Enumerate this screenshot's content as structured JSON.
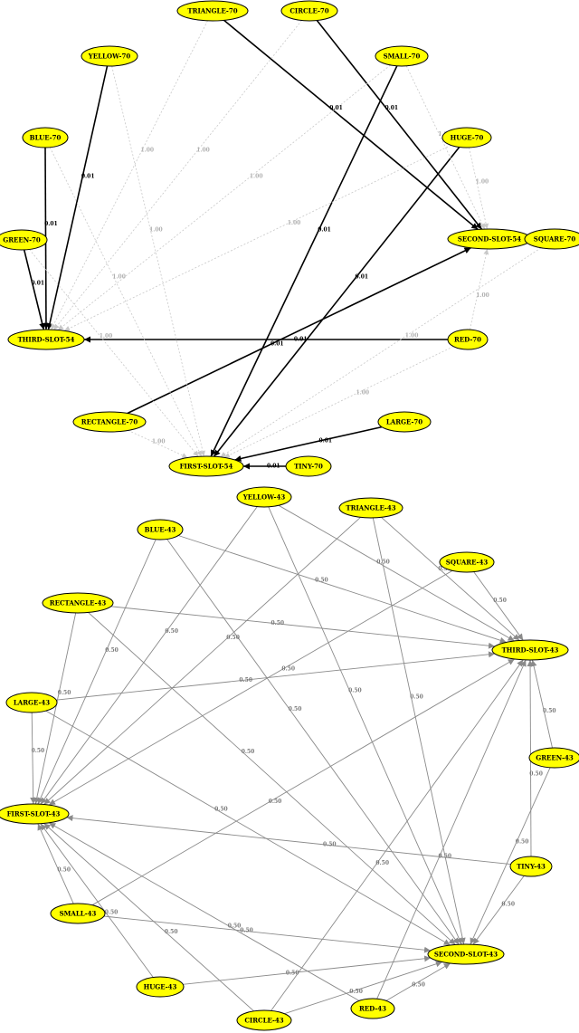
{
  "graphs": [
    {
      "nodes": [
        {
          "id": "TRIANGLE-70",
          "label": "TRIANGLE-70"
        },
        {
          "id": "CIRCLE-70",
          "label": "CIRCLE-70"
        },
        {
          "id": "YELLOW-70",
          "label": "YELLOW-70"
        },
        {
          "id": "SMALL-70",
          "label": "SMALL-70"
        },
        {
          "id": "BLUE-70",
          "label": "BLUE-70"
        },
        {
          "id": "HUGE-70",
          "label": "HUGE-70"
        },
        {
          "id": "GREEN-70",
          "label": "GREEN-70"
        },
        {
          "id": "SECOND-SLOT-54",
          "label": "SECOND-SLOT-54"
        },
        {
          "id": "SQUARE-70",
          "label": "SQUARE-70"
        },
        {
          "id": "THIRD-SLOT-54",
          "label": "THIRD-SLOT-54"
        },
        {
          "id": "RED-70",
          "label": "RED-70"
        },
        {
          "id": "RECTANGLE-70",
          "label": "RECTANGLE-70"
        },
        {
          "id": "LARGE-70",
          "label": "LARGE-70"
        },
        {
          "id": "FIRST-SLOT-54",
          "label": "FIRST-SLOT-54"
        },
        {
          "id": "TINY-70",
          "label": "TINY-70"
        }
      ],
      "edges": [
        {
          "from": "TRIANGLE-70",
          "to": "SECOND-SLOT-54",
          "label": "0.01",
          "style": "strong"
        },
        {
          "from": "CIRCLE-70",
          "to": "SECOND-SLOT-54",
          "label": "0.01",
          "style": "strong"
        },
        {
          "from": "SQUARE-70",
          "to": "SECOND-SLOT-54",
          "label": "0.01",
          "style": "strong"
        },
        {
          "from": "RECTANGLE-70",
          "to": "SECOND-SLOT-54",
          "label": "0.01",
          "style": "strong"
        },
        {
          "from": "YELLOW-70",
          "to": "THIRD-SLOT-54",
          "label": "0.01",
          "style": "strong"
        },
        {
          "from": "BLUE-70",
          "to": "THIRD-SLOT-54",
          "label": "0.01",
          "style": "strong"
        },
        {
          "from": "GREEN-70",
          "to": "THIRD-SLOT-54",
          "label": "0.01",
          "style": "strong"
        },
        {
          "from": "RED-70",
          "to": "THIRD-SLOT-54",
          "label": "0.01",
          "style": "strong"
        },
        {
          "from": "SMALL-70",
          "to": "FIRST-SLOT-54",
          "label": "0.01",
          "style": "strong"
        },
        {
          "from": "HUGE-70",
          "to": "FIRST-SLOT-54",
          "label": "0.01",
          "style": "strong"
        },
        {
          "from": "LARGE-70",
          "to": "FIRST-SLOT-54",
          "label": "0.01",
          "style": "strong"
        },
        {
          "from": "TINY-70",
          "to": "FIRST-SLOT-54",
          "label": "0.01",
          "style": "strong"
        },
        {
          "from": "CIRCLE-70",
          "to": "THIRD-SLOT-54",
          "label": "1.00",
          "style": "faint"
        },
        {
          "from": "SMALL-70",
          "to": "THIRD-SLOT-54",
          "label": "1.00",
          "style": "faint"
        },
        {
          "from": "HUGE-70",
          "to": "THIRD-SLOT-54",
          "label": "1.00",
          "style": "faint"
        },
        {
          "from": "SMALL-70",
          "to": "SECOND-SLOT-54",
          "label": "1.00",
          "style": "faint"
        },
        {
          "from": "HUGE-70",
          "to": "SECOND-SLOT-54",
          "label": "1.00",
          "style": "faint"
        },
        {
          "from": "RED-70",
          "to": "SECOND-SLOT-54",
          "label": "1.00",
          "style": "faint"
        },
        {
          "from": "YELLOW-70",
          "to": "FIRST-SLOT-54",
          "label": "1.00",
          "style": "faint"
        },
        {
          "from": "BLUE-70",
          "to": "FIRST-SLOT-54",
          "label": "1.00",
          "style": "faint"
        },
        {
          "from": "GREEN-70",
          "to": "FIRST-SLOT-54",
          "label": "1.00",
          "style": "faint"
        },
        {
          "from": "RECTANGLE-70",
          "to": "FIRST-SLOT-54",
          "label": "1.00",
          "style": "faint"
        },
        {
          "from": "RED-70",
          "to": "FIRST-SLOT-54",
          "label": "1.00",
          "style": "faint"
        },
        {
          "from": "TRIANGLE-70",
          "to": "THIRD-SLOT-54",
          "label": "1.00",
          "style": "faint"
        },
        {
          "from": "SQUARE-70",
          "to": "FIRST-SLOT-54",
          "label": "1.00",
          "style": "faint"
        }
      ]
    },
    {
      "nodes": [
        {
          "id": "YELLOW-43",
          "label": "YELLOW-43"
        },
        {
          "id": "TRIANGLE-43",
          "label": "TRIANGLE-43"
        },
        {
          "id": "BLUE-43",
          "label": "BLUE-43"
        },
        {
          "id": "SQUARE-43",
          "label": "SQUARE-43"
        },
        {
          "id": "RECTANGLE-43",
          "label": "RECTANGLE-43"
        },
        {
          "id": "THIRD-SLOT-43",
          "label": "THIRD-SLOT-43"
        },
        {
          "id": "LARGE-43",
          "label": "LARGE-43"
        },
        {
          "id": "GREEN-43",
          "label": "GREEN-43"
        },
        {
          "id": "FIRST-SLOT-43",
          "label": "FIRST-SLOT-43"
        },
        {
          "id": "TINY-43",
          "label": "TINY-43"
        },
        {
          "id": "SMALL-43",
          "label": "SMALL-43"
        },
        {
          "id": "SECOND-SLOT-43",
          "label": "SECOND-SLOT-43"
        },
        {
          "id": "HUGE-43",
          "label": "HUGE-43"
        },
        {
          "id": "RED-43",
          "label": "RED-43"
        },
        {
          "id": "CIRCLE-43",
          "label": "CIRCLE-43"
        }
      ],
      "edges": [
        {
          "from": "YELLOW-43",
          "to": "THIRD-SLOT-43",
          "label": "0.50",
          "style": "medium"
        },
        {
          "from": "YELLOW-43",
          "to": "SECOND-SLOT-43",
          "label": "0.50",
          "style": "medium"
        },
        {
          "from": "YELLOW-43",
          "to": "FIRST-SLOT-43",
          "label": "0.50",
          "style": "medium"
        },
        {
          "from": "TRIANGLE-43",
          "to": "THIRD-SLOT-43",
          "label": "0.50",
          "style": "medium"
        },
        {
          "from": "TRIANGLE-43",
          "to": "SECOND-SLOT-43",
          "label": "0.50",
          "style": "medium"
        },
        {
          "from": "TRIANGLE-43",
          "to": "FIRST-SLOT-43",
          "label": "0.50",
          "style": "medium"
        },
        {
          "from": "BLUE-43",
          "to": "THIRD-SLOT-43",
          "label": "0.50",
          "style": "medium"
        },
        {
          "from": "BLUE-43",
          "to": "SECOND-SLOT-43",
          "label": "0.50",
          "style": "medium"
        },
        {
          "from": "BLUE-43",
          "to": "FIRST-SLOT-43",
          "label": "0.50",
          "style": "medium"
        },
        {
          "from": "SQUARE-43",
          "to": "THIRD-SLOT-43",
          "label": "0.50",
          "style": "medium"
        },
        {
          "from": "SQUARE-43",
          "to": "FIRST-SLOT-43",
          "label": "0.50",
          "style": "medium"
        },
        {
          "from": "RECTANGLE-43",
          "to": "THIRD-SLOT-43",
          "label": "0.50",
          "style": "medium"
        },
        {
          "from": "RECTANGLE-43",
          "to": "SECOND-SLOT-43",
          "label": "0.50",
          "style": "medium"
        },
        {
          "from": "RECTANGLE-43",
          "to": "FIRST-SLOT-43",
          "label": "0.50",
          "style": "medium"
        },
        {
          "from": "LARGE-43",
          "to": "THIRD-SLOT-43",
          "label": "0.50",
          "style": "medium"
        },
        {
          "from": "LARGE-43",
          "to": "SECOND-SLOT-43",
          "label": "0.50",
          "style": "medium"
        },
        {
          "from": "LARGE-43",
          "to": "FIRST-SLOT-43",
          "label": "0.50",
          "style": "medium"
        },
        {
          "from": "GREEN-43",
          "to": "THIRD-SLOT-43",
          "label": "0.50",
          "style": "medium"
        },
        {
          "from": "GREEN-43",
          "to": "SECOND-SLOT-43",
          "label": "0.50",
          "style": "medium"
        },
        {
          "from": "TINY-43",
          "to": "THIRD-SLOT-43",
          "label": "0.50",
          "style": "medium"
        },
        {
          "from": "TINY-43",
          "to": "SECOND-SLOT-43",
          "label": "0.50",
          "style": "medium"
        },
        {
          "from": "TINY-43",
          "to": "FIRST-SLOT-43",
          "label": "0.50",
          "style": "medium"
        },
        {
          "from": "SMALL-43",
          "to": "THIRD-SLOT-43",
          "label": "0.50",
          "style": "medium"
        },
        {
          "from": "SMALL-43",
          "to": "SECOND-SLOT-43",
          "label": "0.50",
          "style": "medium"
        },
        {
          "from": "SMALL-43",
          "to": "FIRST-SLOT-43",
          "label": "0.50",
          "style": "medium"
        },
        {
          "from": "HUGE-43",
          "to": "SECOND-SLOT-43",
          "label": "0.50",
          "style": "medium"
        },
        {
          "from": "HUGE-43",
          "to": "FIRST-SLOT-43",
          "label": "0.50",
          "style": "medium"
        },
        {
          "from": "CIRCLE-43",
          "to": "THIRD-SLOT-43",
          "label": "0.50",
          "style": "medium"
        },
        {
          "from": "CIRCLE-43",
          "to": "SECOND-SLOT-43",
          "label": "0.50",
          "style": "medium"
        },
        {
          "from": "CIRCLE-43",
          "to": "FIRST-SLOT-43",
          "label": "0.50",
          "style": "medium"
        },
        {
          "from": "RED-43",
          "to": "THIRD-SLOT-43",
          "label": "0.50",
          "style": "medium"
        },
        {
          "from": "RED-43",
          "to": "SECOND-SLOT-43",
          "label": "0.50",
          "style": "medium"
        },
        {
          "from": "RED-43",
          "to": "FIRST-SLOT-43",
          "label": "0.50",
          "style": "medium"
        }
      ]
    }
  ],
  "colors": {
    "node_fill": "#ffff00",
    "strong_edge": "#000000",
    "faint_edge": "#c8c8c8",
    "medium_edge": "#8a8a8a"
  }
}
